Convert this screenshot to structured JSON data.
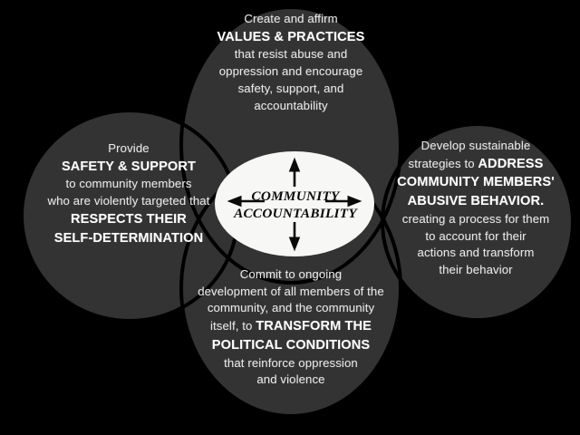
{
  "diagram": {
    "title": "Community Accountability",
    "background_color": "#000000",
    "petal_color": "#333333",
    "center_color": "#f7f7f5",
    "petal_text_color": "#e8e8e8",
    "center_text_color": "#0a0a0a",
    "center": {
      "line1": "COMMUNITY",
      "line2": "ACCOUNTABILITY",
      "arrows": [
        "arrow-up",
        "arrow-right",
        "arrow-down",
        "arrow-left"
      ]
    },
    "petals": {
      "top": {
        "name": "values-and-practices",
        "lines": [
          {
            "text": "Create and affirm",
            "emphasis": false
          },
          {
            "text": "VALUES & PRACTICES",
            "emphasis": true
          },
          {
            "text": "that resist abuse and",
            "emphasis": false
          },
          {
            "text": "oppression and encourage",
            "emphasis": false
          },
          {
            "text": "safety, support, and",
            "emphasis": false
          },
          {
            "text": "accountability",
            "emphasis": false
          }
        ]
      },
      "left": {
        "name": "safety-and-support",
        "lines": [
          {
            "text": "Provide",
            "emphasis": false
          },
          {
            "text": "SAFETY & SUPPORT",
            "emphasis": true
          },
          {
            "text": "to community members",
            "emphasis": false
          },
          {
            "text": "who are violently targeted that",
            "emphasis": false
          },
          {
            "text": "RESPECTS THEIR",
            "emphasis": true
          },
          {
            "text": "SELF-DETERMINATION",
            "emphasis": true
          }
        ]
      },
      "right": {
        "name": "address-abusive-behavior",
        "lines": [
          {
            "text": "Develop sustainable",
            "emphasis": false
          },
          {
            "text": "strategies to ADDRESS",
            "emphasis": false,
            "mixed": true
          },
          {
            "text": "COMMUNITY MEMBERS'",
            "emphasis": true
          },
          {
            "text": "ABUSIVE BEHAVIOR.",
            "emphasis": true
          },
          {
            "text": "creating a process for them",
            "emphasis": false
          },
          {
            "text": "to account for their",
            "emphasis": false
          },
          {
            "text": "actions and transform",
            "emphasis": false
          },
          {
            "text": "their behavior",
            "emphasis": false
          }
        ]
      },
      "bottom": {
        "name": "transform-political-conditions",
        "lines": [
          {
            "text": "Commit to ongoing",
            "emphasis": false
          },
          {
            "text": "development of all members of the",
            "emphasis": false
          },
          {
            "text": "community, and the community",
            "emphasis": false
          },
          {
            "text": "itself, to TRANSFORM THE",
            "emphasis": false,
            "mixed": true
          },
          {
            "text": "POLITICAL CONDITIONS",
            "emphasis": true
          },
          {
            "text": "that reinforce oppression",
            "emphasis": false
          },
          {
            "text": "and violence",
            "emphasis": false
          }
        ]
      }
    },
    "text_fragments": {
      "right_line2_plain": "strategies to ",
      "right_line2_strong": "ADDRESS",
      "bottom_line4_plain": "itself, to ",
      "bottom_line4_strong": "TRANSFORM THE"
    }
  }
}
